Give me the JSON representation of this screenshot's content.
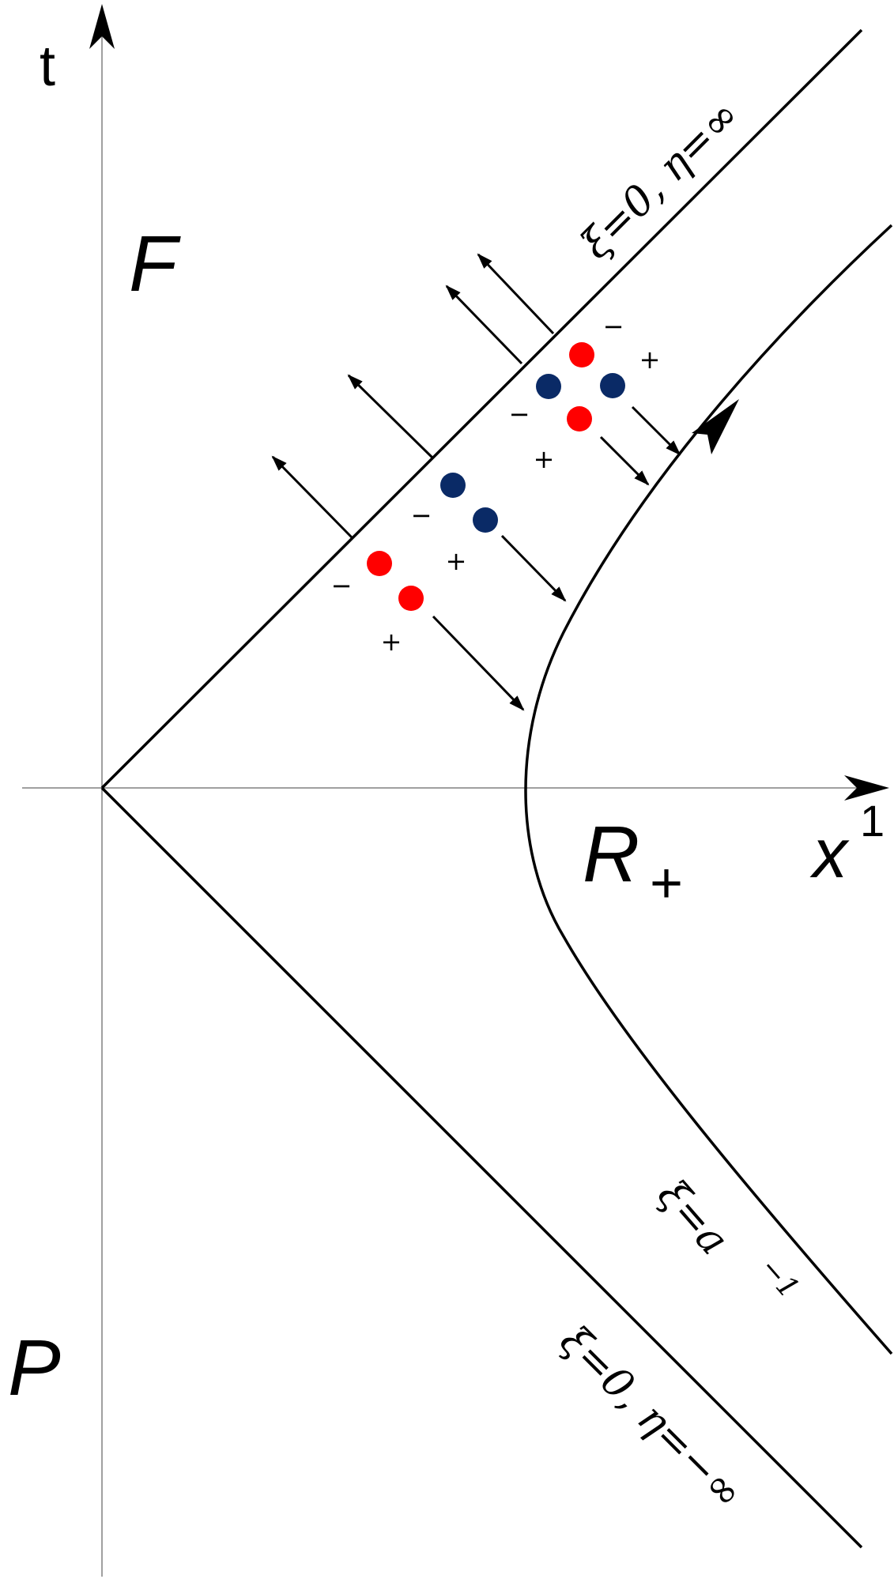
{
  "axes": {
    "t_label": "t",
    "x_label": "x",
    "x_label_sup": "1"
  },
  "regions": {
    "future": "F",
    "past": "P",
    "right": "R",
    "right_sub": "+"
  },
  "horizons": {
    "future": "ξ=0,  η=∞",
    "past": "ξ=0,  η=−∞"
  },
  "worldline": {
    "label": "ξ=a",
    "label_sup": "−1"
  },
  "colors": {
    "line": "#000000",
    "axis": "#808080",
    "red_particle": "#ff0000",
    "blue_particle": "#0a2a66"
  },
  "signs": {
    "minus": "−",
    "plus": "+"
  }
}
